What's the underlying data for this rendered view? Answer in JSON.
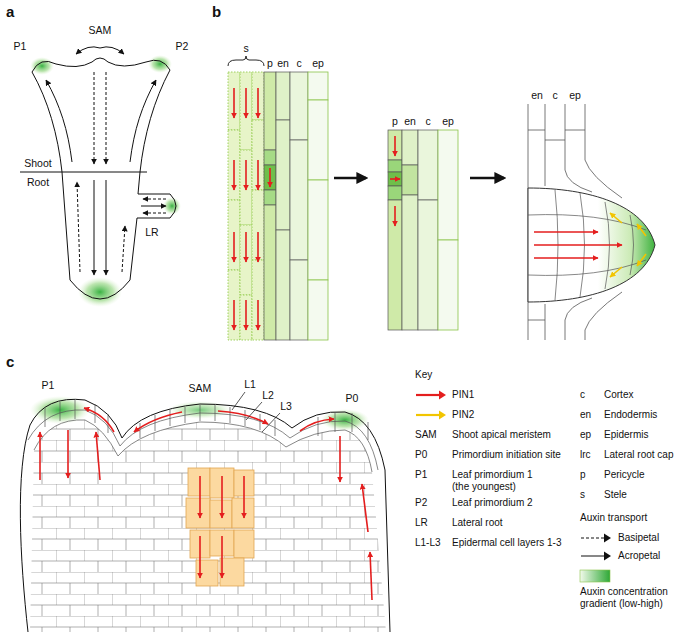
{
  "diagram": {
    "labels": [
      "a",
      "P1",
      "SAM",
      "P2",
      "Shoot",
      "Root",
      "LR",
      "b",
      "s",
      "p",
      "en",
      "c",
      "ep",
      "p",
      "en",
      "c",
      "ep",
      "en",
      "c",
      "ep",
      "c",
      "P1",
      "SAM",
      "L1",
      "L2",
      "L3",
      "P0",
      "Key",
      "SAM",
      "Shoot apical meristem",
      "P0",
      "Primordium initiation site",
      "P1",
      "Leaf primordium 1 (the youngest)",
      "P2",
      "Leaf primordium 2",
      "LR",
      "Lateral root",
      "L1-L3",
      "Epidermal cell layers 1-3",
      "c",
      "Cortex",
      "en",
      "Endodermis",
      "ep",
      "Epidermis",
      "lrc",
      "Lateral root cap",
      "p",
      "Pericycle",
      "s",
      "Stele",
      "Auxin transport"
    ],
    "legend": [
      {
        "text": "PIN1"
      },
      {
        "text": "PIN2"
      },
      {
        "text": "Basipetal"
      },
      {
        "text": "Acropetal"
      },
      {
        "text": "Auxin concentration gradient (low-high)"
      }
    ]
  }
}
